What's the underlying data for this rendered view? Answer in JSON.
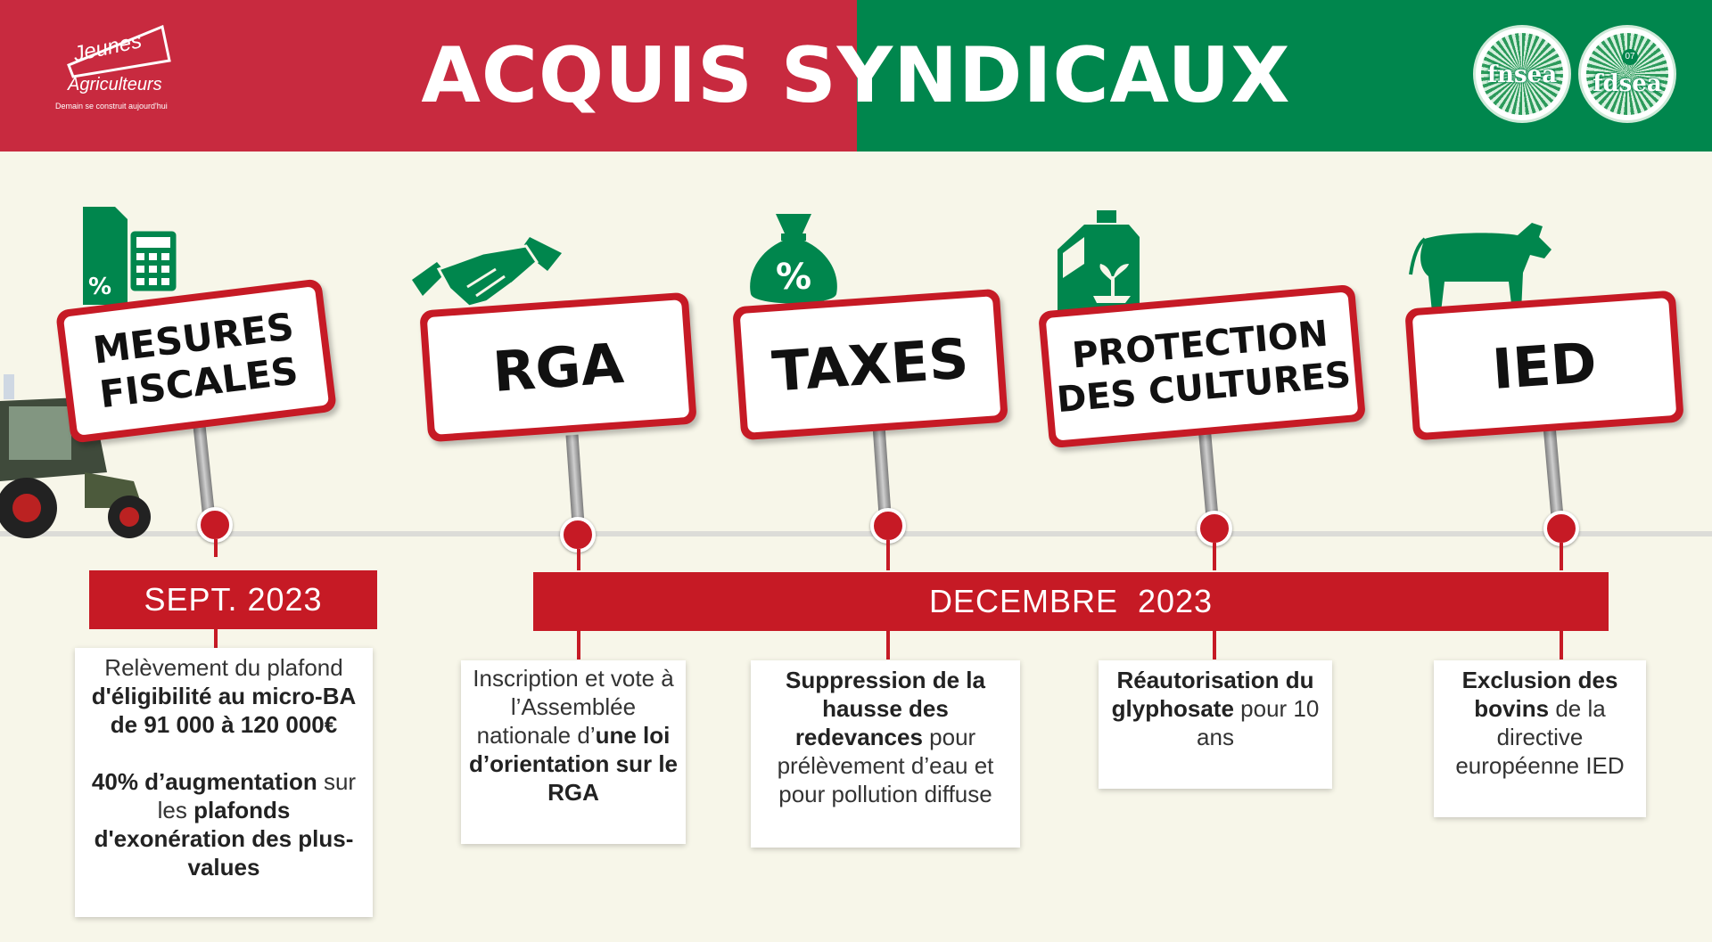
{
  "header": {
    "title": "ACQUIS SYNDICAUX",
    "logo_left": {
      "line1": "Jeunes",
      "line2": "Agriculteurs",
      "tagline": "Demain se construit aujourd'hui"
    },
    "logo_right_1": "fnsea",
    "logo_right_2": {
      "name": "fdsea",
      "number": "07"
    }
  },
  "colors": {
    "red": "#c82a3f",
    "green": "#00864d",
    "accent_red": "#c61a25"
  },
  "signs": [
    {
      "line1": "MESURES",
      "line2": "FISCALES",
      "icon": "document-calculator-icon"
    },
    {
      "line1": "RGA",
      "line2": "",
      "icon": "handshake-icon"
    },
    {
      "line1": "TAXES",
      "line2": "",
      "icon": "money-bag-percent-icon"
    },
    {
      "line1": "PROTECTION",
      "line2": "DES CULTURES",
      "icon": "jerrycan-plant-icon"
    },
    {
      "line1": "IED",
      "line2": "",
      "icon": "cow-icon"
    }
  ],
  "dates": {
    "sept": "SEPT. 2023",
    "dec": "DECEMBRE  2023"
  },
  "details": {
    "fiscales": {
      "p1a": "Relèvement du plafond ",
      "p1b": "d'éligibilité au micro-BA de 91 000 à 120 000€",
      "p2a": "40% d’augmentation",
      "p2b": " sur les ",
      "p2c": "plafonds d'exonération des plus-values"
    },
    "rga": {
      "a": "Inscription et vote à l’Assemblée nationale d’",
      "b": "une loi d’orientation sur le RGA"
    },
    "taxes": {
      "a": "Suppression de la hausse des redevances",
      "b": " pour prélèvement d’eau et pour pollution diffuse"
    },
    "protection": {
      "a": "Réautorisation du glyphosate",
      "b": " pour 10 ans"
    },
    "ied": {
      "a": "Exclusion des bovins",
      "b": " de la directive européenne IED"
    }
  }
}
